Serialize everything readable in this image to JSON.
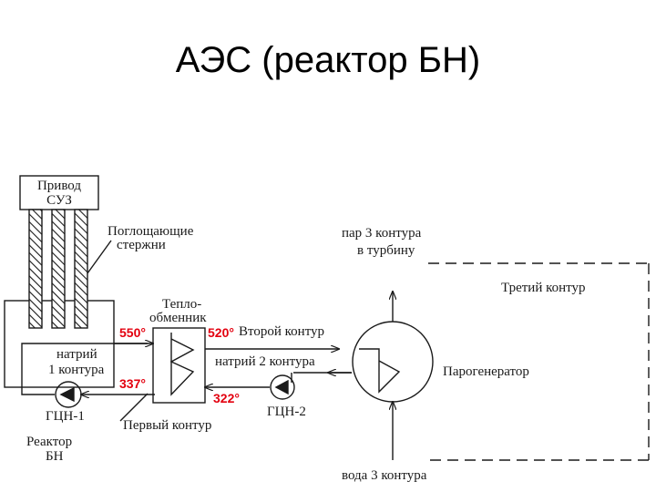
{
  "slide": {
    "title": "АЭС (реактор БН)"
  },
  "colors": {
    "line": "#1a1a1a",
    "temperature": "#e3000f",
    "background": "#ffffff"
  },
  "labels": {
    "drive_line1": "Привод",
    "drive_line2": "СУЗ",
    "rods_line1": "Поглощающие",
    "rods_line2": "стержни",
    "hx_line1": "Тепло-",
    "hx_line2": "обменник",
    "sodium1_line1": "натрий",
    "sodium1_line2": "1 контура",
    "pump1": "ГЦН-1",
    "first_circuit": "Первый контур",
    "reactor_line1": "Реактор",
    "reactor_line2": "БН",
    "second_circuit": "Второй контур",
    "sodium2": "натрий 2 контура",
    "pump2": "ГЦН-2",
    "steam_line1": "пар 3 контура",
    "steam_line2": "в турбину",
    "third_circuit": "Третий контур",
    "steam_generator": "Парогенератор",
    "water3": "вода 3 контура"
  },
  "temperatures": {
    "t_550": "550°",
    "t_520": "520°",
    "t_337": "337°",
    "t_322": "322°"
  }
}
